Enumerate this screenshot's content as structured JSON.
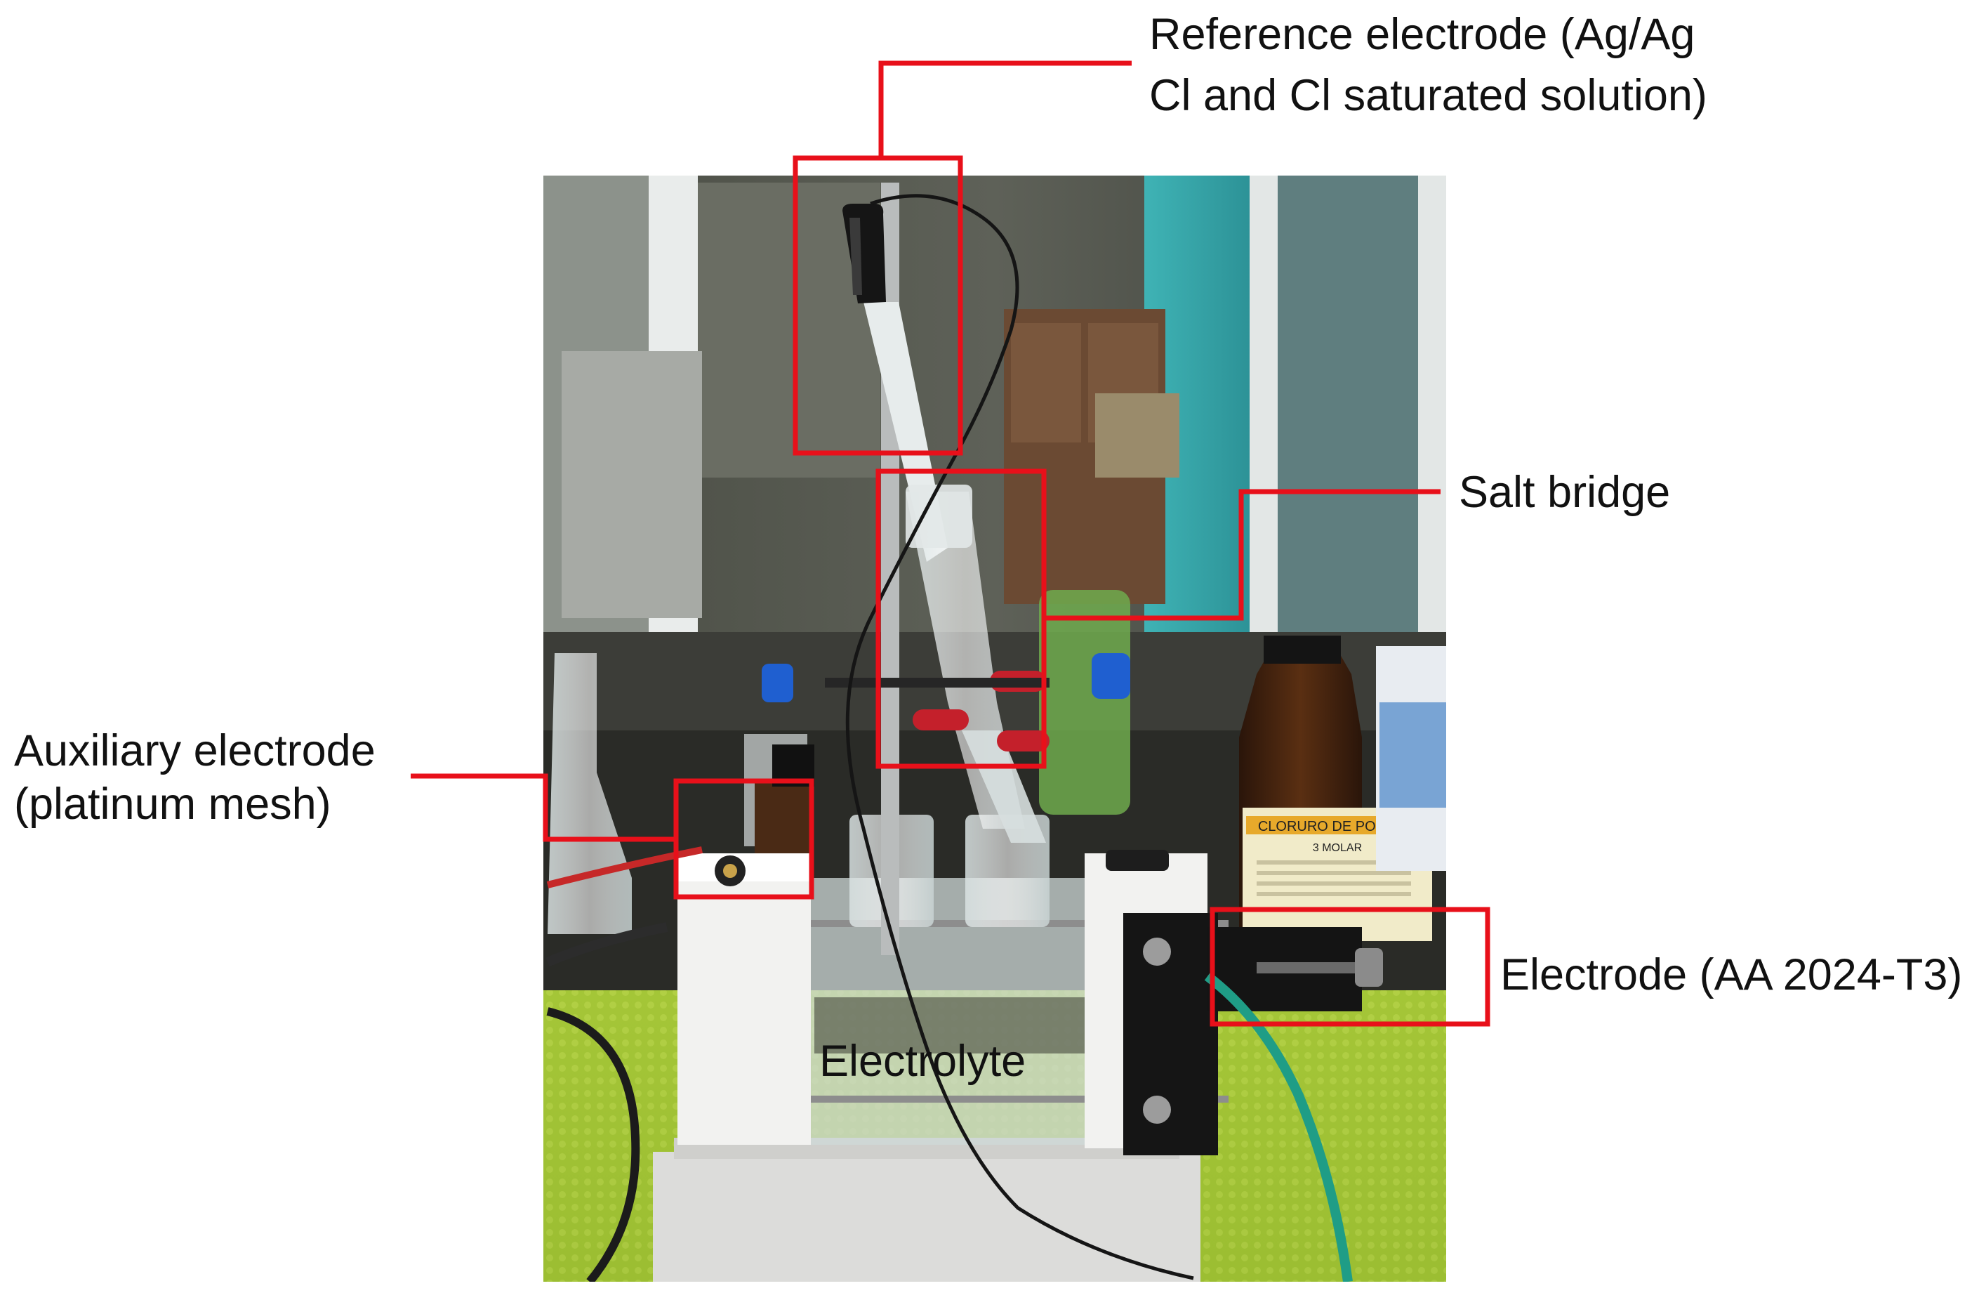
{
  "labels": {
    "reference_line1": "Reference electrode (Ag/Ag",
    "reference_line2": "Cl and Cl saturated solution)",
    "salt_bridge": "Salt bridge",
    "auxiliary_line1": "Auxiliary electrode",
    "auxiliary_line2": "(platinum mesh)",
    "working_electrode": "Electrode (AA 2024-T3)",
    "electrolyte": "Electrolyte"
  },
  "bottle_label": {
    "title": "CLORURO DE POTASIO",
    "concentration": "3 MOLAR"
  },
  "colors": {
    "callout": "#e8101a",
    "background": "#ffffff",
    "text": "#111111"
  }
}
